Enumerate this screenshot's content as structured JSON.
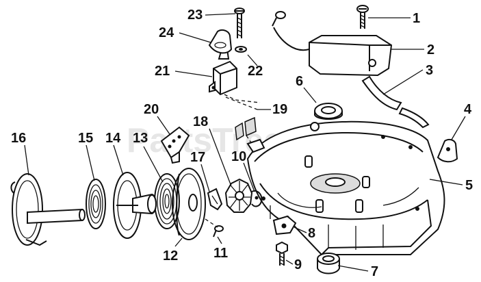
{
  "diagram": {
    "watermark": "PartsTree",
    "callouts": {
      "p1": "1",
      "p2": "2",
      "p3": "3",
      "p4": "4",
      "p5": "5",
      "p6": "6",
      "p7": "7",
      "p8": "8",
      "p9": "9",
      "p10": "10",
      "p11": "11",
      "p12": "12",
      "p13": "13",
      "p14": "14",
      "p15": "15",
      "p16": "16",
      "p17": "17",
      "p18": "18",
      "p19": "19",
      "p20": "20",
      "p21": "21",
      "p22": "22",
      "p23": "23",
      "p24": "24"
    }
  }
}
